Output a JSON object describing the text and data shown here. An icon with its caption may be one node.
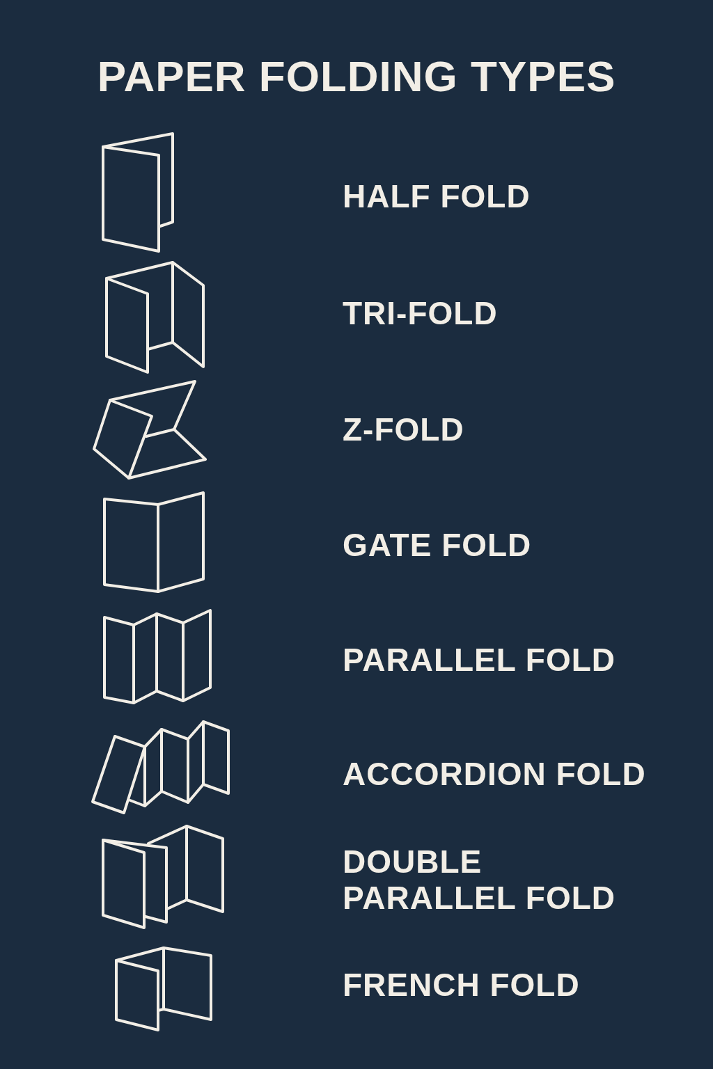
{
  "diagram": {
    "title": "PAPER FOLDING TYPES",
    "labels": [
      "HALF FOLD",
      "TRI-FOLD",
      "Z-FOLD",
      "GATE FOLD",
      "PARALLEL FOLD",
      "ACCORDION FOLD",
      "DOUBLE PARALLEL FOLD",
      "FRENCH FOLD"
    ]
  }
}
